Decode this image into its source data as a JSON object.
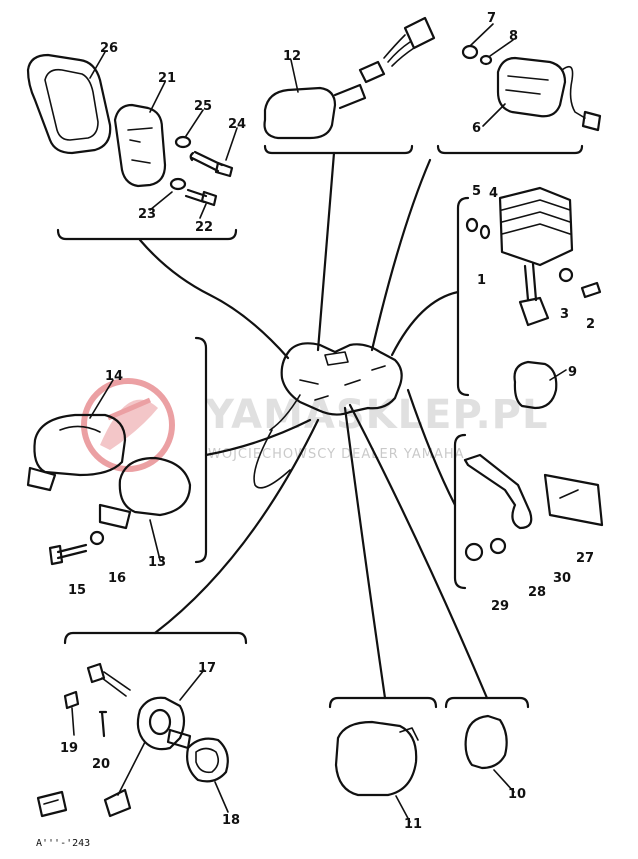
{
  "diagram": {
    "part_numbers": [
      "1",
      "2",
      "3",
      "4",
      "5",
      "6",
      "7",
      "8",
      "9",
      "10",
      "11",
      "12",
      "13",
      "14",
      "15",
      "16",
      "17",
      "18",
      "19",
      "20",
      "21",
      "22",
      "23",
      "24",
      "25",
      "26",
      "27",
      "28",
      "29",
      "30"
    ],
    "reference_code": "A'''-'243",
    "watermark": {
      "title": "YAMASKLEP.PL",
      "subtitle": "WOJCIECHOWSCY DEALER YAMAHA",
      "color": "#d9434a"
    }
  }
}
